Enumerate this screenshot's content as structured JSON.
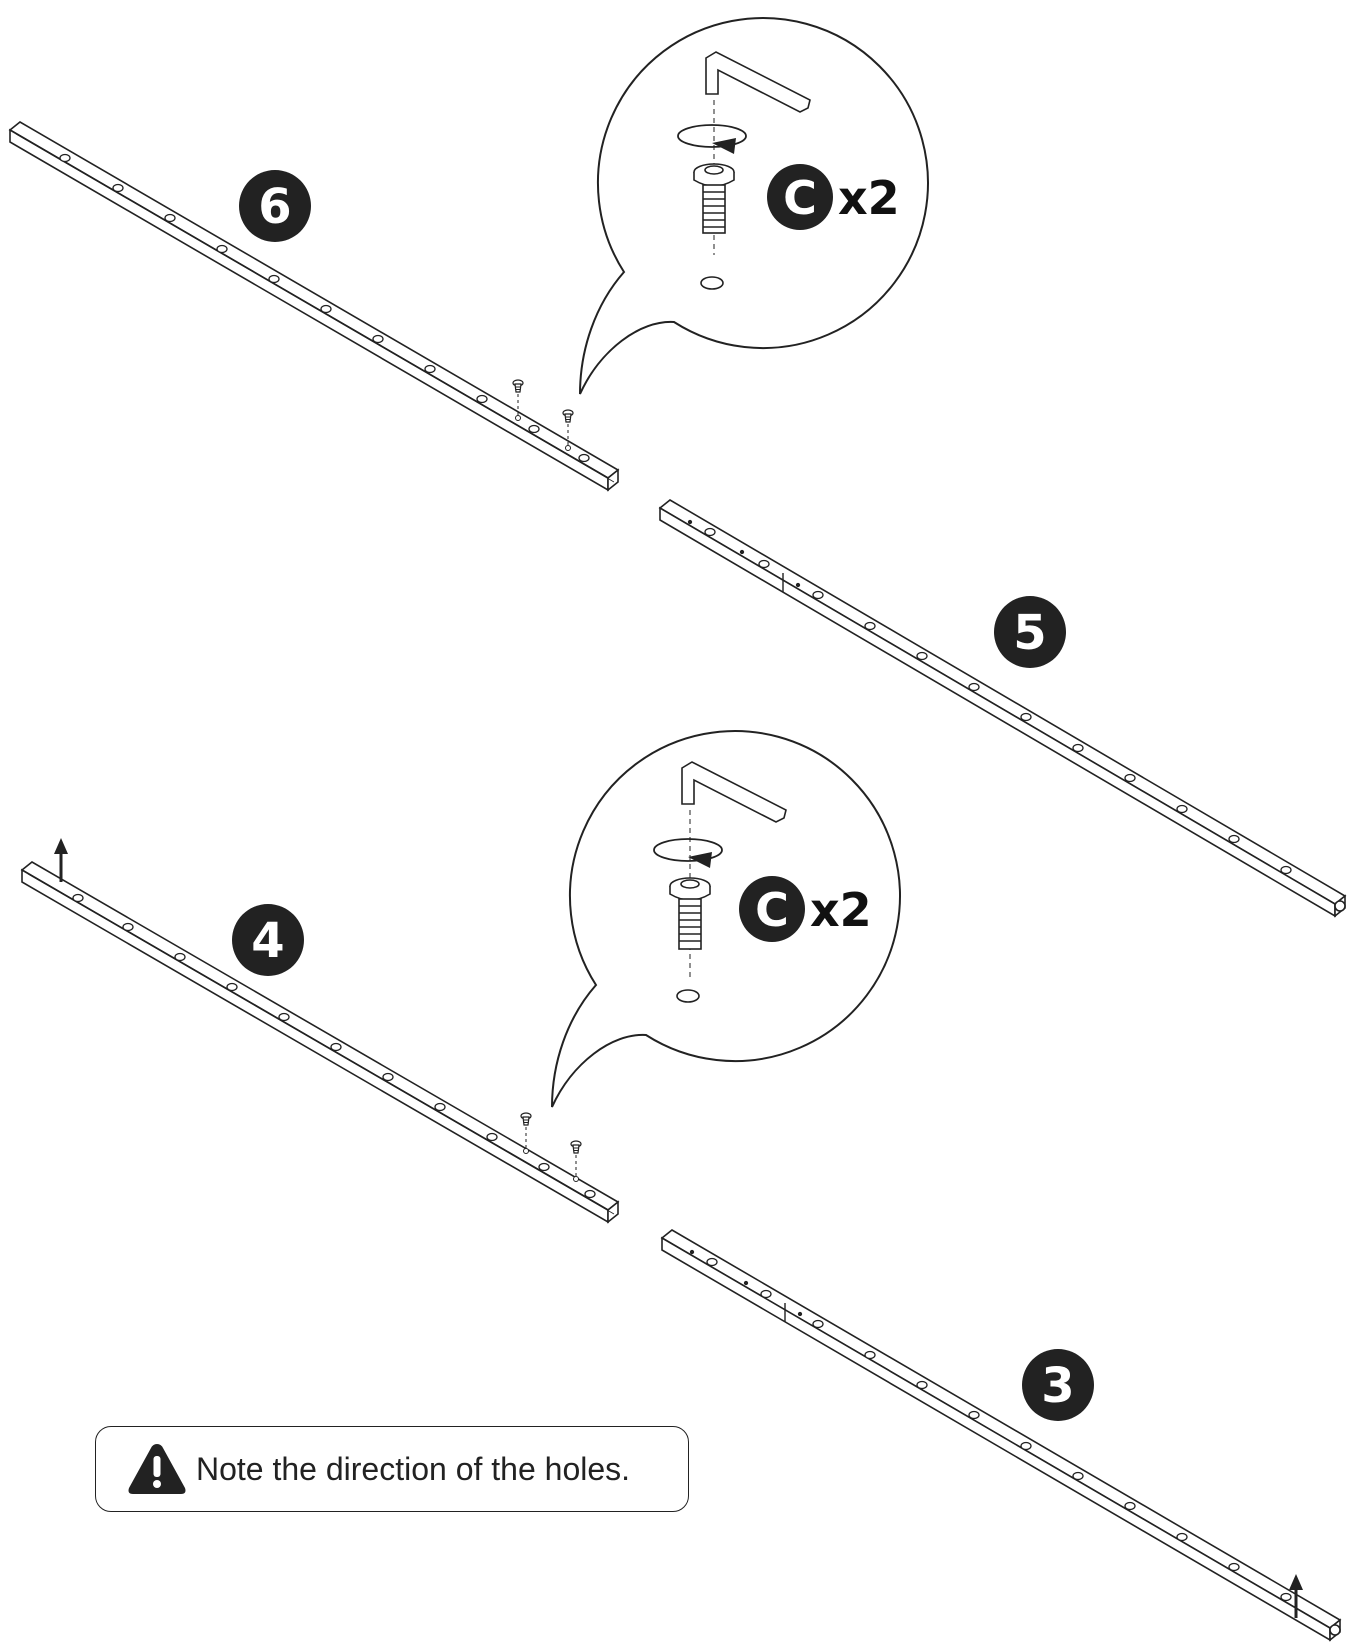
{
  "steps": [
    {
      "number": "6"
    },
    {
      "number": "5"
    },
    {
      "number": "4"
    },
    {
      "number": "3"
    }
  ],
  "callouts": [
    {
      "part_label": "C",
      "quantity": "x2"
    },
    {
      "part_label": "C",
      "quantity": "x2"
    }
  ],
  "note": {
    "text": "Note the direction of the holes.",
    "icon": "warning-icon"
  },
  "colors": {
    "line": "#222222",
    "badge": "#222222",
    "fill": "#ffffff",
    "accent": "#ffffff"
  }
}
